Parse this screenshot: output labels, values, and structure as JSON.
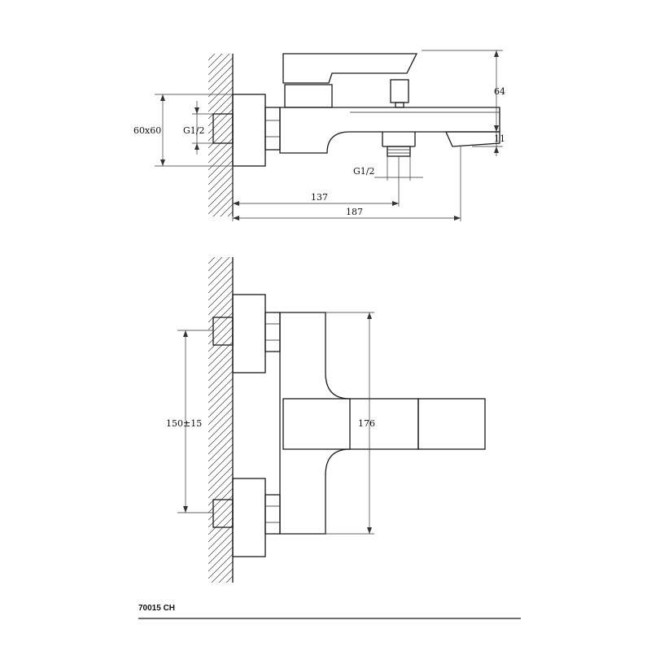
{
  "top_view": {
    "dim_width": "60x60",
    "dim_thread_inlet": "G1/2",
    "dim_thread_outlet": "G1/2",
    "dim_137": "137",
    "dim_187": "187",
    "dim_64": "64",
    "dim_11": "11"
  },
  "front_view": {
    "dim_centers": "150±15",
    "dim_176": "176"
  },
  "footer": {
    "model": "70015 CH"
  }
}
